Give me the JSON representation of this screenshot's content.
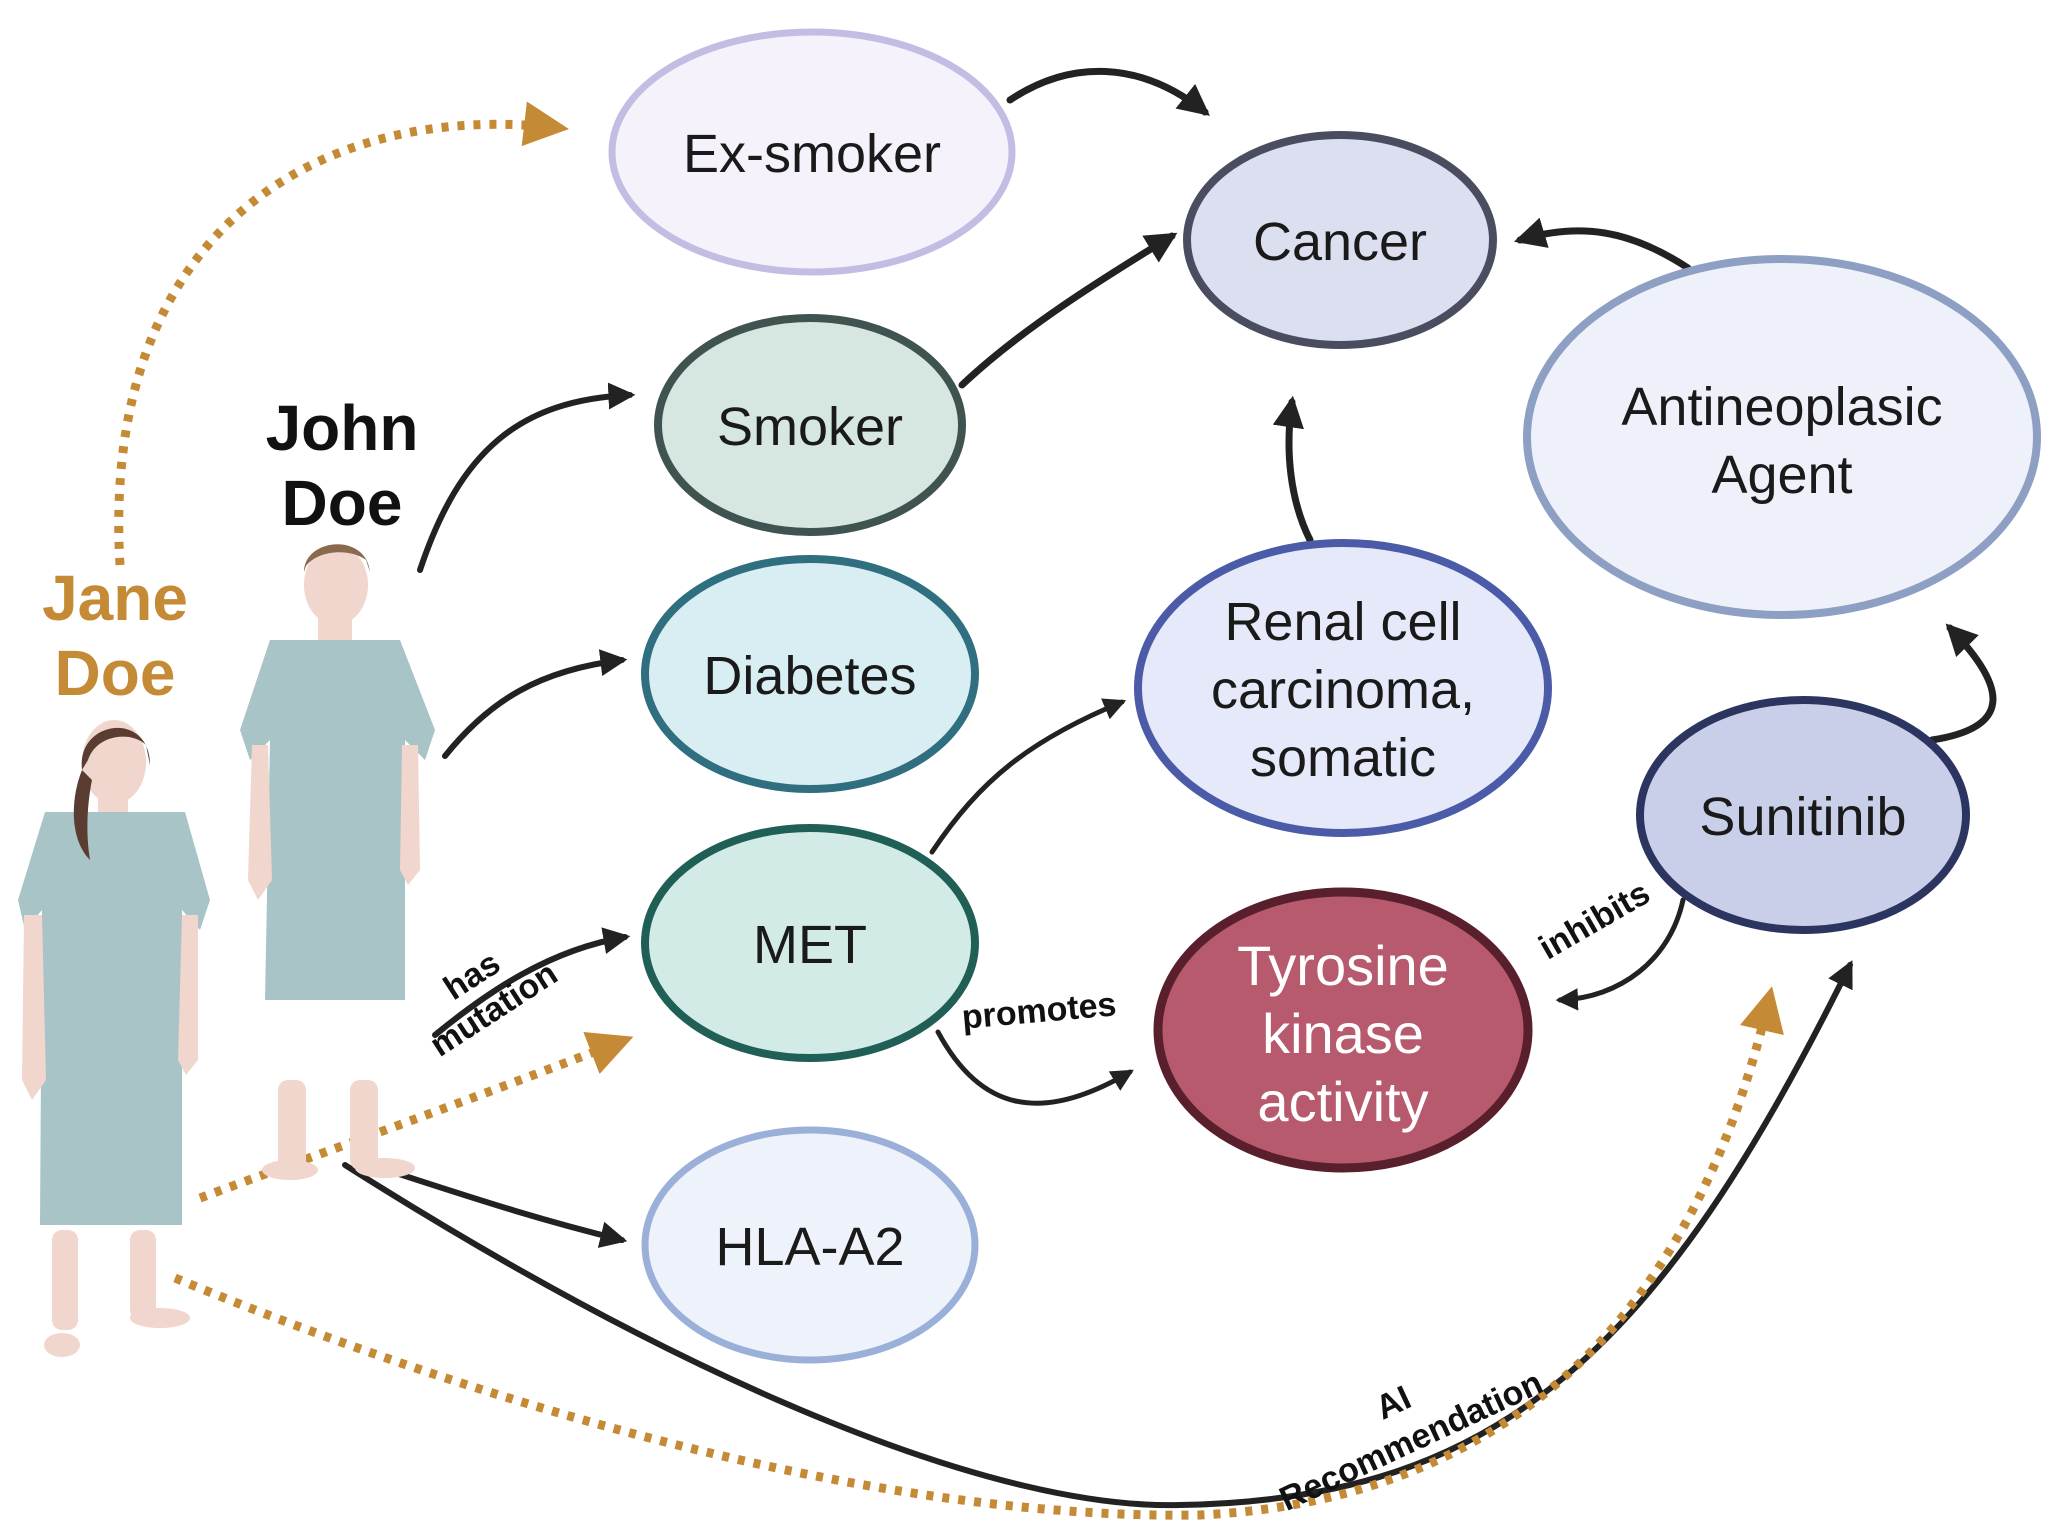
{
  "people": {
    "john": {
      "name_line1": "John",
      "name_line2": "Doe",
      "color": "#111111"
    },
    "jane": {
      "name_line1": "Jane",
      "name_line2": "Doe",
      "color": "#c58a35"
    }
  },
  "nodes": {
    "ex_smoker": {
      "label": "Ex-smoker",
      "fill": "#f5f2fc",
      "stroke": "#c3bde3"
    },
    "smoker": {
      "label": "Smoker",
      "fill": "#d6e6e0",
      "stroke": "#3f5450"
    },
    "diabetes": {
      "label": "Diabetes",
      "fill": "#d9eef3",
      "stroke": "#2f6f7f"
    },
    "met": {
      "label": "MET",
      "fill": "#d3ebe6",
      "stroke": "#1f5f55"
    },
    "hla_a2": {
      "label": "HLA-A2",
      "fill": "#eef3fb",
      "stroke": "#9bb0d8"
    },
    "cancer": {
      "label": "Cancer",
      "fill": "#dcdff0",
      "stroke": "#4a4d60"
    },
    "renal": {
      "line1": "Renal cell",
      "line2": "carcinoma,",
      "line3": "somatic",
      "fill": "#e6e9fa",
      "stroke": "#4b5ba8"
    },
    "tyrosine": {
      "line1": "Tyrosine",
      "line2": "kinase",
      "line3": "activity",
      "fill": "#b85a6e",
      "stroke": "#5a1f2c"
    },
    "antineoplasic": {
      "line1": "Antineoplasic",
      "line2": "Agent",
      "fill": "#eef1f9",
      "stroke": "#8e9fc4"
    },
    "sunitinib": {
      "label": "Sunitinib",
      "fill": "#c9cfe8",
      "stroke": "#2b3560"
    }
  },
  "edge_labels": {
    "has_mutation_1": "has",
    "has_mutation_2": "mutation",
    "promotes": "promotes",
    "inhibits": "inhibits",
    "ai_1": "AI",
    "ai_2": "Recommendation"
  },
  "colors": {
    "arrow_solid": "#222222",
    "arrow_dotted": "#c58a35",
    "gown": "#a8c4c6",
    "skin": "#f0d6cc",
    "hair_john": "#8a6a4f",
    "hair_jane": "#5a3d30"
  }
}
